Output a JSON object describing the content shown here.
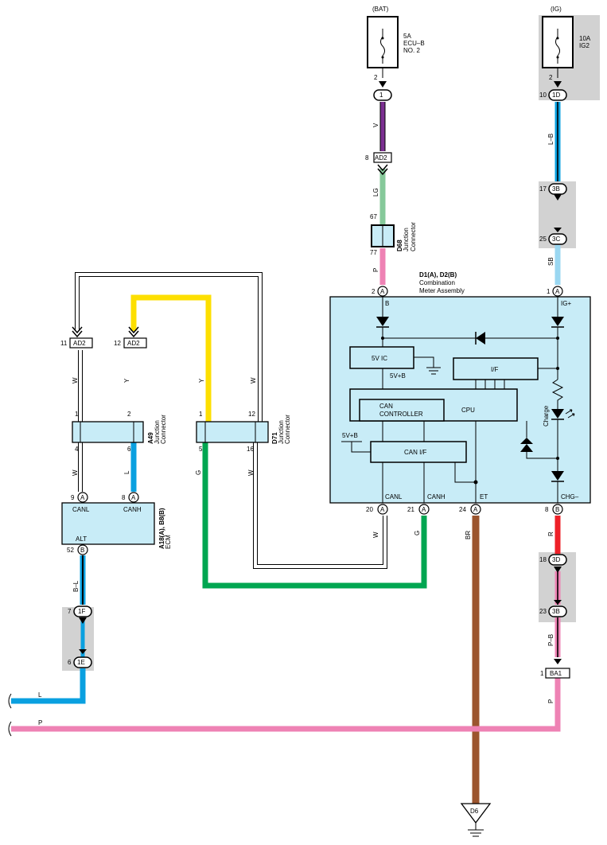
{
  "fuses": {
    "bat": {
      "source": "(BAT)",
      "rating": "5A",
      "name1": "ECU–B",
      "name2": "NO. 2",
      "pin": "2"
    },
    "ig": {
      "source": "(IG)",
      "rating": "10A",
      "name1": "IG2",
      "pin": "2"
    }
  },
  "connectors": {
    "c1": {
      "pin": "1"
    },
    "ad2_top": {
      "id": "AD2",
      "pin": "8"
    },
    "d68": {
      "id": "D68",
      "name1": "Junction",
      "name2": "Connector",
      "pin_in": "67",
      "pin_out": "77"
    },
    "c1d": {
      "id": "1D",
      "pin": "10"
    },
    "c3b_top": {
      "id": "3B",
      "pin": "17"
    },
    "c3c": {
      "id": "3C",
      "pin": "25"
    },
    "ad2_left1": {
      "id": "AD2",
      "pin": "11"
    },
    "ad2_left2": {
      "id": "AD2",
      "pin": "12"
    },
    "a49": {
      "id": "A49",
      "name1": "Junction",
      "name2": "Connector",
      "pins": [
        "1",
        "2",
        "4",
        "6"
      ]
    },
    "d71": {
      "id": "D71",
      "name1": "Junction",
      "name2": "Connector",
      "pins": [
        "1",
        "12",
        "5",
        "16"
      ]
    },
    "c3d": {
      "id": "3D",
      "pin": "18"
    },
    "c3b_bot": {
      "id": "3B",
      "pin": "23"
    },
    "ba1": {
      "id": "BA1",
      "pin": "1"
    },
    "c1f": {
      "id": "1F",
      "pin": "7"
    },
    "c1e": {
      "id": "1E",
      "pin": "6"
    }
  },
  "meter": {
    "title": "D1(A), D2(B)",
    "name1": "Combination",
    "name2": "Meter Assembly",
    "pins_top": [
      {
        "pin": "2",
        "conn": "A",
        "label": "B"
      },
      {
        "pin": "1",
        "conn": "A",
        "label": "IG+"
      }
    ],
    "pins_bottom": [
      {
        "pin": "20",
        "conn": "A",
        "label": "CANL"
      },
      {
        "pin": "21",
        "conn": "A",
        "label": "CANH"
      },
      {
        "pin": "24",
        "conn": "A",
        "label": "ET"
      },
      {
        "pin": "8",
        "conn": "B",
        "label": "CHG–"
      }
    ],
    "blocks": {
      "ic": "5V IC",
      "ic_out": "5V+B",
      "if": "I/F",
      "can_controller1": "CAN",
      "can_controller2": "CONTROLLER",
      "cpu": "CPU",
      "can_if": "CAN I/F",
      "can_if_supply": "5V+B",
      "charge": "Charge"
    }
  },
  "ecm": {
    "title": "A18(A), B8(B)",
    "name": "ECM",
    "pins": [
      {
        "pin": "9",
        "conn": "A",
        "label": "CANL"
      },
      {
        "pin": "8",
        "conn": "A",
        "label": "CANH"
      },
      {
        "pin": "52",
        "conn": "B",
        "label": "ALT"
      }
    ]
  },
  "wire_colors": {
    "V": "V",
    "LG": "LG",
    "P": "P",
    "LB": "L–B",
    "SB": "SB",
    "W": "W",
    "Y": "Y",
    "L": "L",
    "G": "G",
    "BR": "BR",
    "R": "R",
    "PB": "P–B",
    "BL": "B–L"
  },
  "ground": {
    "id": "D6"
  },
  "colors": {
    "violet": "#7b2f91",
    "light_green": "#86c99a",
    "pink": "#ee82b4",
    "light_blue_black": "#0aa0e0",
    "sky_blue": "#9ad7f1",
    "yellow": "#fddf00",
    "blue": "#0aa0e0",
    "green": "#00a651",
    "brown": "#9b552e",
    "red": "#ee2028",
    "component_fill": "#c8ecf7",
    "grey_block": "#d2d2d2"
  }
}
